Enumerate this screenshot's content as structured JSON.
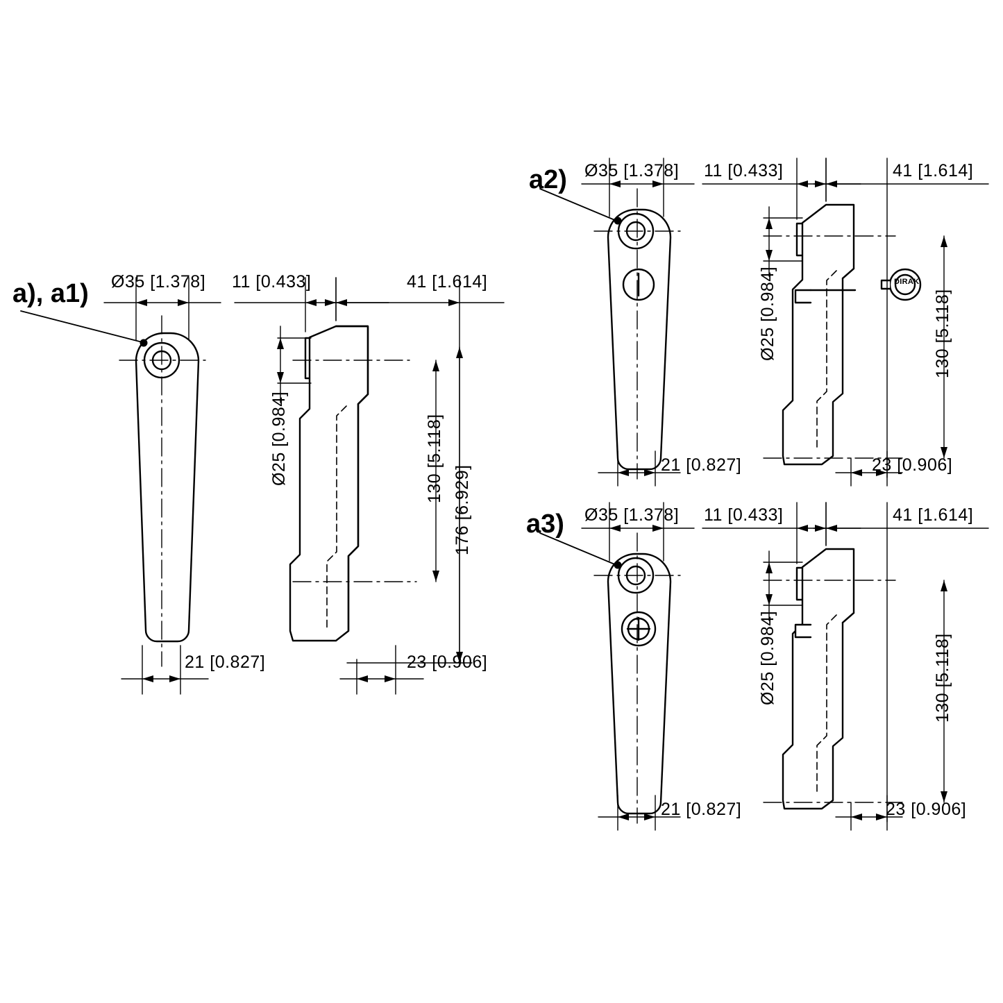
{
  "drawing": {
    "title_tags": [
      {
        "id": "a-a1",
        "label": "a), a1)"
      },
      {
        "id": "a2",
        "label": "a2)"
      },
      {
        "id": "a3",
        "label": "a3)"
      }
    ],
    "views": {
      "a_a1": {
        "tag": "a), a1)",
        "dimensions": {
          "bore_top": "Ø35 [1.378]",
          "offset": "11 [0.433]",
          "depth": "41 [1.614]",
          "bore_lower": "Ø25 [0.984]",
          "length_130": "130 [5.118]",
          "length_176": "176 [6.929]",
          "width_21": "21 [0.827]",
          "width_23": "23 [0.906]"
        }
      },
      "a2": {
        "tag": "a2)",
        "dimensions": {
          "bore_top": "Ø35 [1.378]",
          "offset": "11 [0.433]",
          "depth": "41 [1.614]",
          "bore_lower": "Ø25 [0.984]",
          "length_130": "130 [5.118]",
          "width_21": "21 [0.827]",
          "width_23": "23 [0.906]",
          "lock_label": "DIRAK"
        }
      },
      "a3": {
        "tag": "a3)",
        "dimensions": {
          "bore_top": "Ø35 [1.378]",
          "offset": "11 [0.433]",
          "depth": "41 [1.614]",
          "bore_lower": "Ø25 [0.984]",
          "length_130": "130 [5.118]",
          "width_21": "21 [0.827]",
          "width_23": "23 [0.906]"
        }
      }
    },
    "colors": {
      "line": "#000000",
      "background": "#ffffff"
    }
  }
}
